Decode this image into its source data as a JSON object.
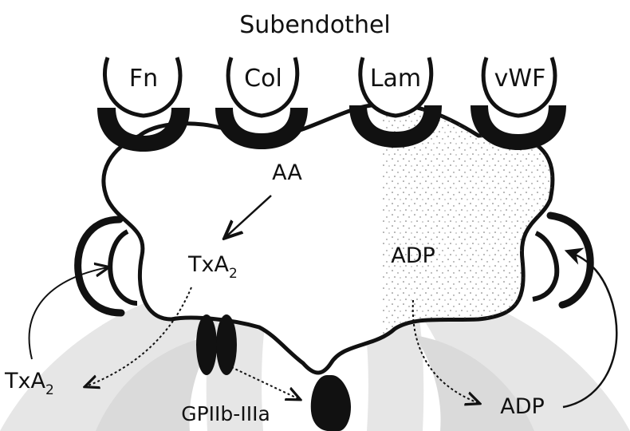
{
  "title": "Subendothel",
  "ligands": {
    "fn": "Fn",
    "col": "Col",
    "lam": "Lam",
    "vwf": "vWF"
  },
  "inside": {
    "aa": "AA",
    "txa2_base": "TxA",
    "txa2_sub": "2",
    "adp": "ADP"
  },
  "outside": {
    "txa2_base": "TxA",
    "txa2_sub": "2",
    "adp": "ADP",
    "gp": "GPIIb-IIIa"
  },
  "colors": {
    "ink": "#111111",
    "watermark": "#c9c9c9",
    "background": "#ffffff"
  }
}
